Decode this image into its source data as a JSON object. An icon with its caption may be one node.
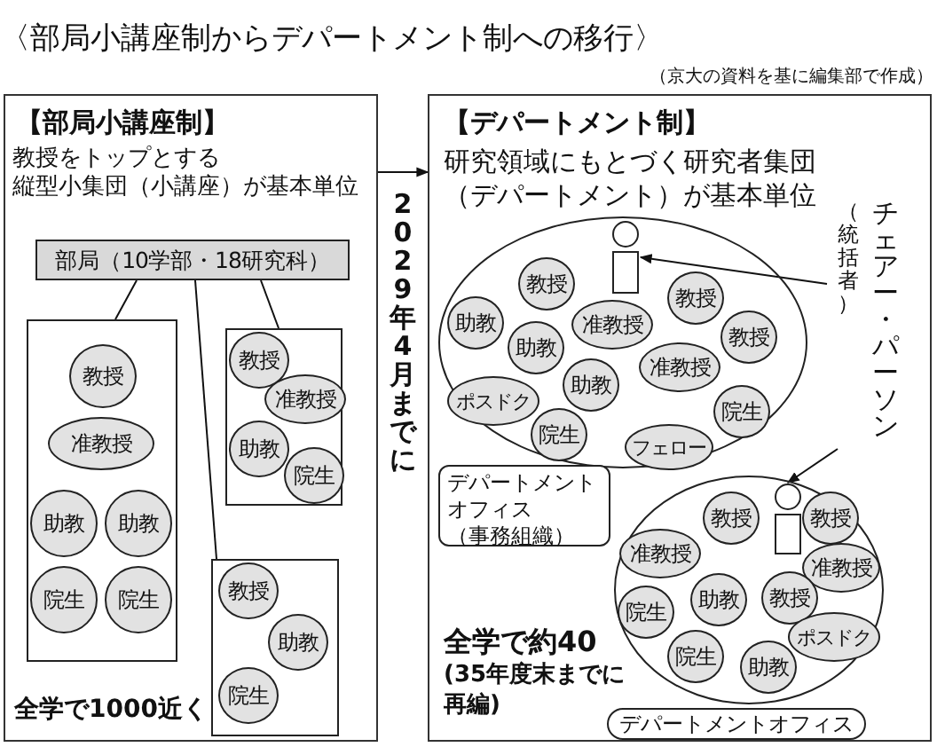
{
  "diagram": {
    "title": "〈部局小講座制からデパートメント制への移行〉",
    "nodes": [
      {
        "text": [
          "【部局小講座制】",
          "教授をトップとする縦型小集団（小講座）が基本単位"
        ]
      },
      {
        "text": [
          "部局（10学部・18研究科）"
        ],
        "in": 0
      },
      {
        "text": [],
        "shape": "box",
        "in": 0
      },
      {
        "text": [
          "教授"
        ],
        "in": 2
      },
      {
        "text": [
          "准教授"
        ],
        "in": 2
      },
      {
        "text": [
          "助教"
        ],
        "in": 2
      },
      {
        "text": [
          "助教"
        ],
        "in": 2
      },
      {
        "text": [
          "院生"
        ],
        "in": 2
      },
      {
        "text": [
          "院生"
        ],
        "in": 2
      },
      {
        "text": [],
        "shape": "box",
        "in": 0
      },
      {
        "text": [
          "教授"
        ],
        "in": 9
      },
      {
        "text": [
          "准教授"
        ],
        "in": 9
      },
      {
        "text": [
          "助教"
        ],
        "in": 9
      },
      {
        "text": [
          "院生"
        ],
        "in": 9
      },
      {
        "text": [],
        "shape": "box",
        "in": 0
      },
      {
        "text": [
          "教授"
        ],
        "in": 14
      },
      {
        "text": [
          "助教"
        ],
        "in": 14
      },
      {
        "text": [
          "院生"
        ],
        "in": 14
      },
      {
        "text": [
          "【デパートメント制】",
          "研究領域にもとづく研究者集団（デパートメント）が基本単位"
        ]
      },
      {
        "text": [],
        "shape": "circle",
        "in": 18
      },
      {
        "text": [],
        "shape": "person",
        "in": 19
      },
      {
        "text": [
          "教授"
        ],
        "in": 19
      },
      {
        "text": [
          "教授"
        ],
        "in": 19
      },
      {
        "text": [
          "助教"
        ],
        "in": 19
      },
      {
        "text": [
          "准教授"
        ],
        "in": 19
      },
      {
        "text": [
          "教授"
        ],
        "in": 19
      },
      {
        "text": [
          "助教"
        ],
        "in": 19
      },
      {
        "text": [
          "准教授"
        ],
        "in": 19
      },
      {
        "text": [
          "助教"
        ],
        "in": 19
      },
      {
        "text": [
          "ポスドク"
        ],
        "in": 19
      },
      {
        "text": [
          "院生"
        ],
        "in": 19
      },
      {
        "text": [
          "院生"
        ],
        "in": 19
      },
      {
        "text": [
          "フェロー"
        ],
        "in": 19
      },
      {
        "text": [
          "デパートメントオフィス（事務組織）"
        ],
        "in": 18
      },
      {
        "text": [],
        "shape": "circle",
        "in": 18
      },
      {
        "text": [],
        "shape": "person",
        "in": 34
      },
      {
        "text": [
          "教授"
        ],
        "in": 34
      },
      {
        "text": [
          "教授"
        ],
        "in": 34
      },
      {
        "text": [
          "准教授"
        ],
        "in": 34
      },
      {
        "text": [
          "准教授"
        ],
        "in": 34
      },
      {
        "text": [
          "教授"
        ],
        "in": 34
      },
      {
        "text": [
          "助教"
        ],
        "in": 34
      },
      {
        "text": [
          "院生"
        ],
        "in": 34
      },
      {
        "text": [
          "ポスドク"
        ],
        "in": 34
      },
      {
        "text": [
          "院生"
        ],
        "in": 34
      },
      {
        "text": [
          "助教"
        ],
        "in": 34
      },
      {
        "text": [
          "デパートメントオフィス"
        ],
        "in": 18
      },
      {
        "text": [
          "（統括者）",
          "チェアー・パーソン"
        ],
        "in": 18
      }
    ],
    "edges": [
      {
        "from": 0,
        "to": 18,
        "arrow": "to",
        "label": "2029年4月までに"
      },
      {
        "from": 1,
        "to": 2,
        "arrow": "none"
      },
      {
        "from": 1,
        "to": 9,
        "arrow": "none"
      },
      {
        "from": 1,
        "to": 14,
        "arrow": "none"
      },
      {
        "from": 47,
        "to": 20,
        "arrow": "to"
      },
      {
        "from": 47,
        "to": 35,
        "arrow": "to"
      }
    ],
    "labels": [
      "（京大の資料を基に編集部で作成）",
      "全学で1000近く",
      "全学で約40",
      "(35年度末までに再編)"
    ]
  }
}
